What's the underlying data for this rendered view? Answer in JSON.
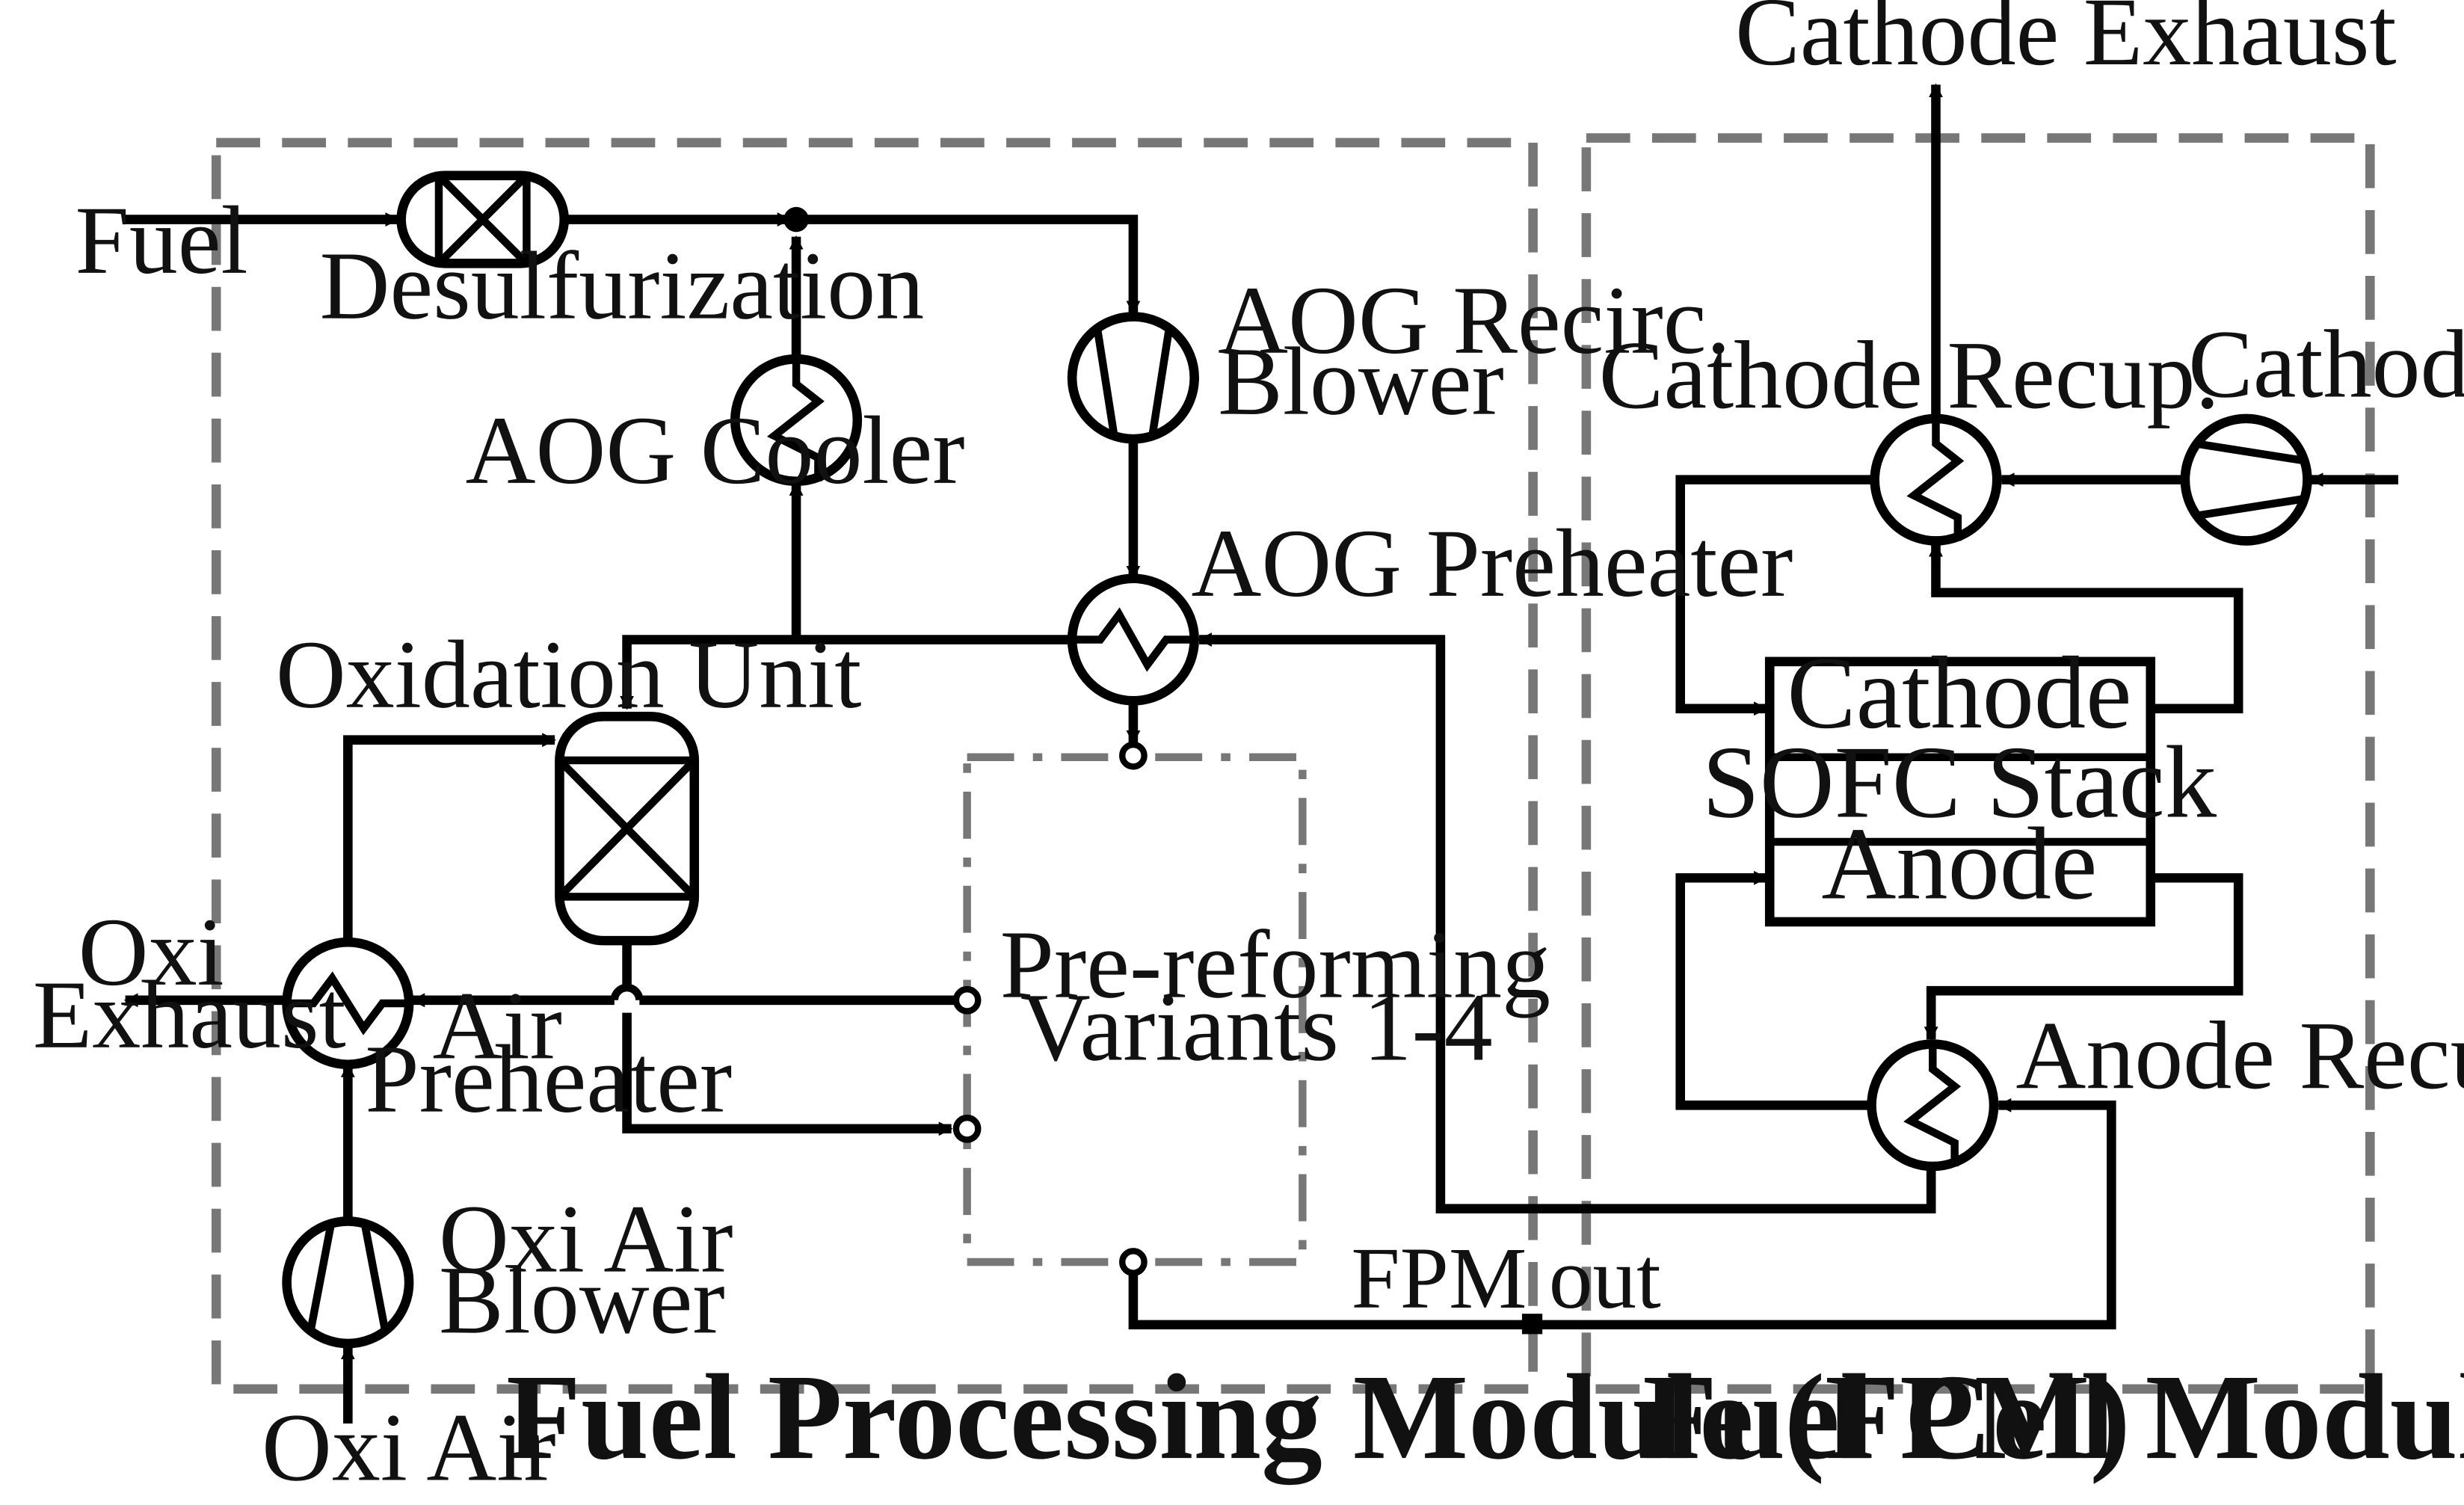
{
  "modules": {
    "fpm_title": "Fuel Processing Module (FPM)",
    "fcm_title": "Fuel Cell Module (FCM)"
  },
  "streams": {
    "fuel": "Fuel",
    "oxi_exhaust_line1": "Oxi",
    "oxi_exhaust_line2": "Exhaust",
    "oxi_air": "Oxi Air",
    "cathode_exhaust": "Cathode Exhaust",
    "cathode_air": "Cathode Air",
    "fpm_out": "FPM out"
  },
  "equipment": {
    "desulfurization": "Desulfurization",
    "aog_cooler": "AOG Cooler",
    "aog_recirc_blower_line1": "AOG Recirc.",
    "aog_recirc_blower_line2": "Blower",
    "aog_preheater": "AOG Preheater",
    "oxidation_unit": "Oxidation Unit",
    "air_preheater_line1": "Air",
    "air_preheater_line2": "Preheater",
    "oxi_air_blower_line1": "Oxi Air",
    "oxi_air_blower_line2": "Blower",
    "prereforming_line1": "Pre-reforming",
    "prereforming_line2": "Variants 1-4",
    "cathode_recup": "Cathode Recup.",
    "anode_recup": "Anode Recup."
  },
  "stack": {
    "cathode": "Cathode",
    "sofc_stack": "SOFC Stack",
    "anode": "Anode"
  }
}
